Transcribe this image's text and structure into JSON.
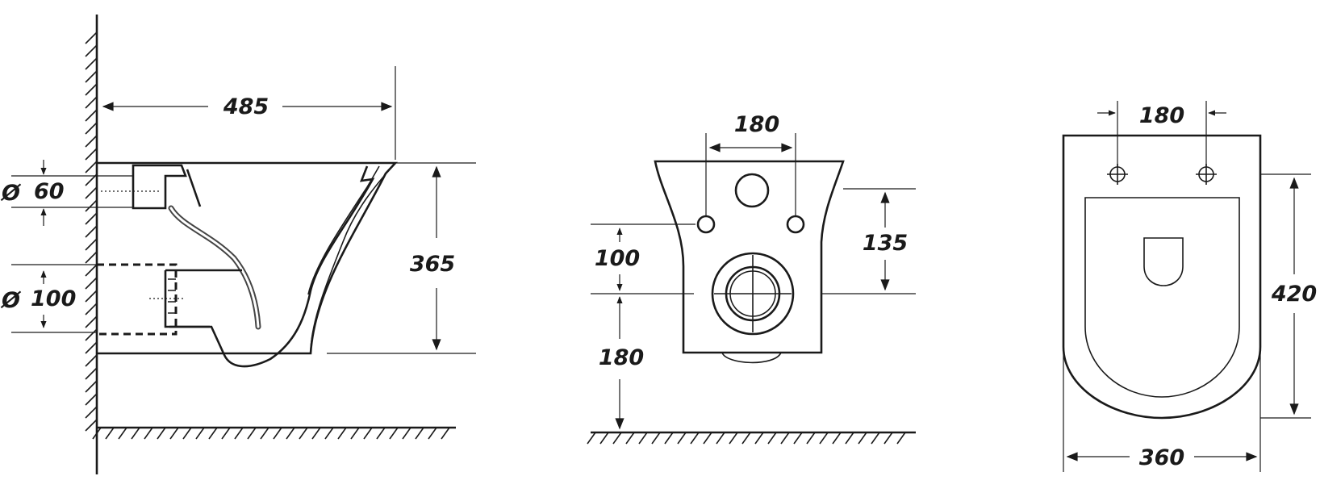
{
  "side_view": {
    "depth": "485",
    "height": "365",
    "inlet_diameter": "60",
    "outlet_diameter": "100",
    "diameter_symbol": "Ø"
  },
  "front_view": {
    "bolt_spacing": "180",
    "bolt_to_outlet": "100",
    "outlet_to_floor": "180",
    "right_height": "135"
  },
  "top_view": {
    "bolt_spacing": "180",
    "length": "420",
    "width": "360"
  }
}
